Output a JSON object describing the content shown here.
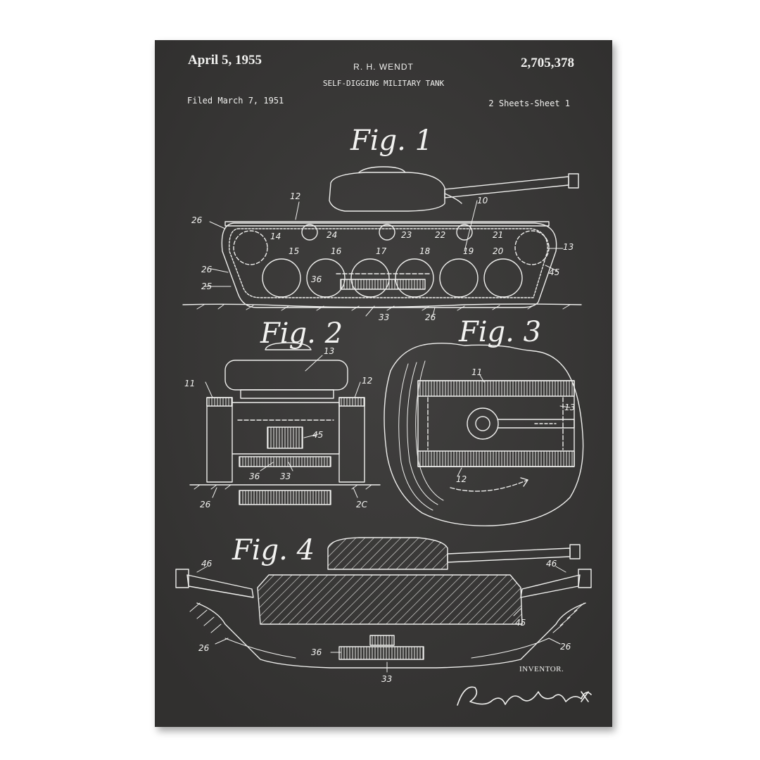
{
  "header": {
    "date": "April 5, 1955",
    "inventor": "R. H. WENDT",
    "patent_number": "2,705,378",
    "title": "SELF-DIGGING MILITARY TANK",
    "filed": "Filed March 7, 1951",
    "sheets": "2 Sheets-Sheet 1"
  },
  "figures": {
    "fig1": "Fig. 1",
    "fig2": "Fig. 2",
    "fig3": "Fig. 3",
    "fig4": "Fig. 4"
  },
  "references": {
    "fig1": [
      "12",
      "26",
      "10",
      "14",
      "24",
      "23",
      "22",
      "21",
      "13",
      "15",
      "16",
      "17",
      "18",
      "19",
      "20",
      "26",
      "36",
      "45",
      "25",
      "33",
      "26"
    ],
    "fig2": [
      "13",
      "11",
      "12",
      "45",
      "36",
      "33",
      "26",
      "2C"
    ],
    "fig3": [
      "11",
      "13",
      "12"
    ],
    "fig4": [
      "46",
      "46",
      "45",
      "26",
      "36",
      "26",
      "33"
    ]
  },
  "footer": {
    "inventor_label": "INVENTOR.",
    "signature": "Robert H. Wendt"
  },
  "colors": {
    "chalkboard": "#363534",
    "chalk": "#f2f2f0",
    "background": "#ffffff"
  }
}
